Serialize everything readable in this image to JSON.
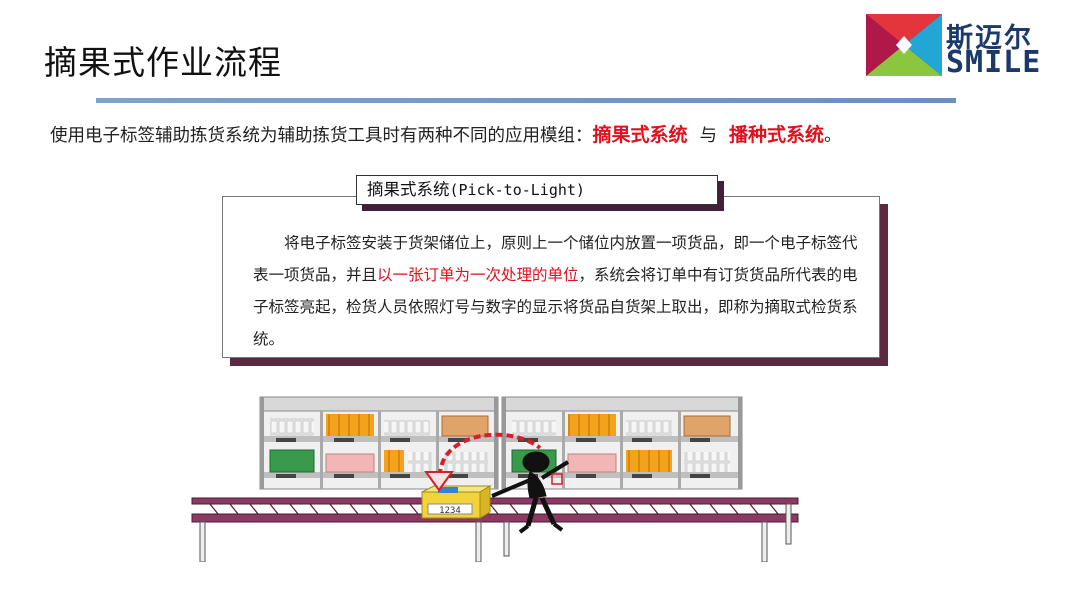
{
  "title": "摘果式作业流程",
  "logo": {
    "cn": "斯迈尔",
    "en": "SMILE"
  },
  "intro": {
    "text": "使用电子标签辅助拣货系统为辅助拣货工具时有两种不同的应用模组：",
    "option1": "摘果式系统",
    "connector": "与",
    "option2": "播种式系统",
    "end": "。"
  },
  "box": {
    "label_cn": "摘果式系统",
    "label_en": "(Pick-to-Light)",
    "para_part1": "将电子标签安装于货架储位上，原则上一个储位内放置一项货品，即一个电子标签代表一项货品，并且",
    "para_highlight": "以一张订单为一次处理的单位",
    "para_part2": "，系统会将订单中有订货货品所代表的电子标签亮起，检货人员依照灯号与数字的显示将货品自货架上取出，即称为摘取式检货系统。"
  },
  "illustration": {
    "box_number": "1234"
  },
  "colors": {
    "highlight": "#e0101c",
    "rule": "#7fa2cc",
    "box_shadow": "#5b2940",
    "conveyor": "#8b3a63"
  }
}
